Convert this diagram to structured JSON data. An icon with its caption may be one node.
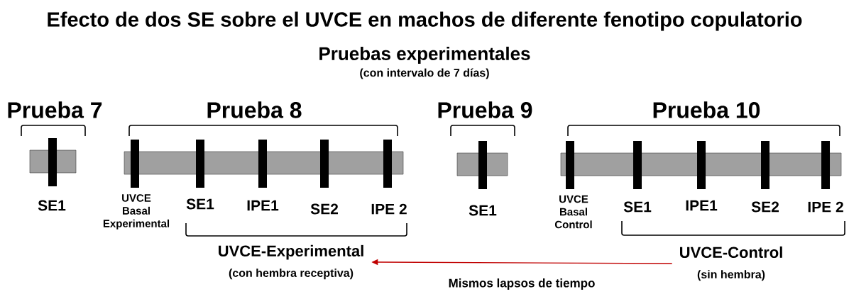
{
  "diagram": {
    "title": "Efecto de dos SE sobre el UVCE en machos de diferente fenotipo copulatorio",
    "nodes": [
      {
        "text": [
          "UVCE-Experimental",
          "(con hembra receptiva)"
        ]
      },
      {
        "text": [
          "UVCE-Control",
          "(sin hembra)"
        ]
      }
    ],
    "edges": [
      {
        "from": 1,
        "to": 0,
        "arrow": "to",
        "color": "#c00000",
        "label": "Mismos lapsos de tiempo"
      }
    ],
    "labels": [
      "Pruebas experimentales",
      "(con intervalo de 7 días)",
      "Prueba 7",
      "Prueba 8",
      "Prueba 9",
      "Prueba 10",
      "SE1",
      "UVCE Basal Experimental",
      "SE1",
      "IPE1",
      "SE2",
      "IPE 2",
      "SE1",
      "UVCE Basal Control",
      "SE1",
      "IPE1",
      "SE2",
      "IPE 2"
    ]
  }
}
